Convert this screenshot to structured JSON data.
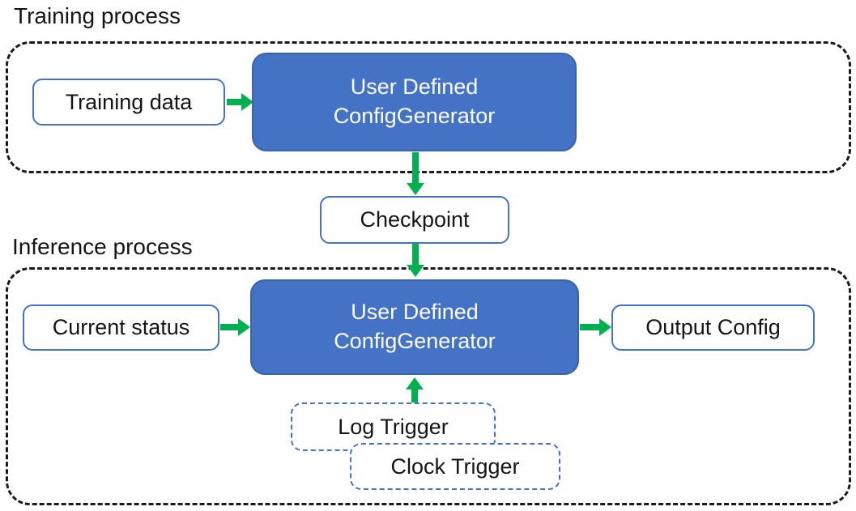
{
  "colors": {
    "generator_fill_blue": "#4472C4",
    "generator_border_blue": "#3A62A9",
    "outline_box_border_blue": "#4472C4",
    "trigger_dashed_blue": "#4472C4",
    "arrow_green": "#00B050",
    "container_dashed_black": "#1a1a1a",
    "text_dark": "#151515",
    "text_white": "#ffffff",
    "background": "#ffffff"
  },
  "training": {
    "label": "Training process",
    "input_label": "Training data",
    "generator_line1": "User Defined",
    "generator_line2": "ConfigGenerator"
  },
  "checkpoint_label": "Checkpoint",
  "inference": {
    "label": "Inference process",
    "input_label": "Current status",
    "generator_line1": "User Defined",
    "generator_line2": "ConfigGenerator",
    "output_label": "Output Config",
    "trigger_labels": [
      "Log Trigger",
      "Clock Trigger"
    ]
  }
}
